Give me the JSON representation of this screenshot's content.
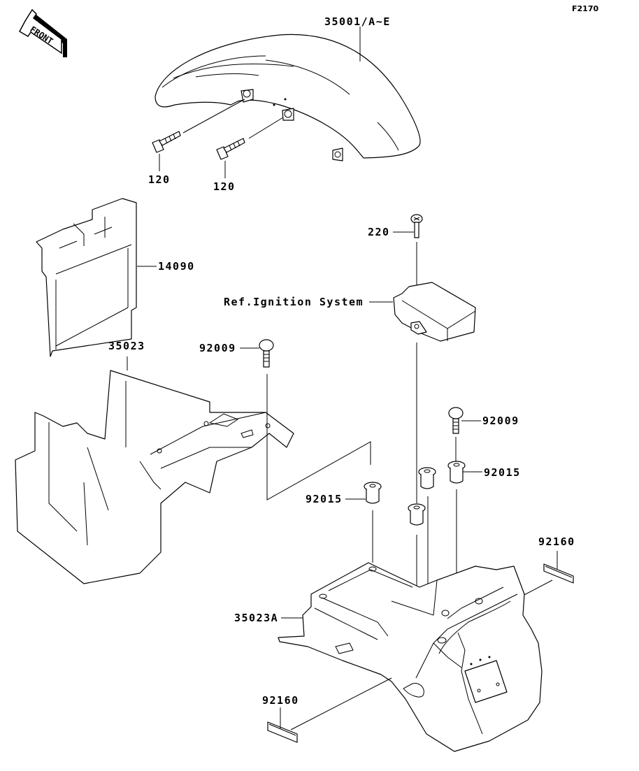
{
  "diagram_code": "F2170",
  "direction_indicator": {
    "label": "FRONT",
    "icon": "front-arrow-icon"
  },
  "callouts": [
    {
      "id": "front-fender",
      "part_number": "35001/A~E"
    },
    {
      "id": "bolt-left",
      "part_number": "120"
    },
    {
      "id": "bolt-right",
      "part_number": "120"
    },
    {
      "id": "cover",
      "part_number": "14090"
    },
    {
      "id": "screw-igniter",
      "part_number": "220"
    },
    {
      "id": "igniter-reference",
      "part_number": "Ref.Ignition System"
    },
    {
      "id": "rear-fender-front",
      "part_number": "35023"
    },
    {
      "id": "bolt-rear-fender-front",
      "part_number": "92009"
    },
    {
      "id": "bolt-rear-fender-rear",
      "part_number": "92009"
    },
    {
      "id": "grommet-right",
      "part_number": "92015"
    },
    {
      "id": "grommet-left",
      "part_number": "92015"
    },
    {
      "id": "label-right",
      "part_number": "92160"
    },
    {
      "id": "rear-fender-rear",
      "part_number": "35023A"
    },
    {
      "id": "label-bottom",
      "part_number": "92160"
    }
  ],
  "colors": {
    "line": "#000000",
    "background": "#ffffff"
  }
}
